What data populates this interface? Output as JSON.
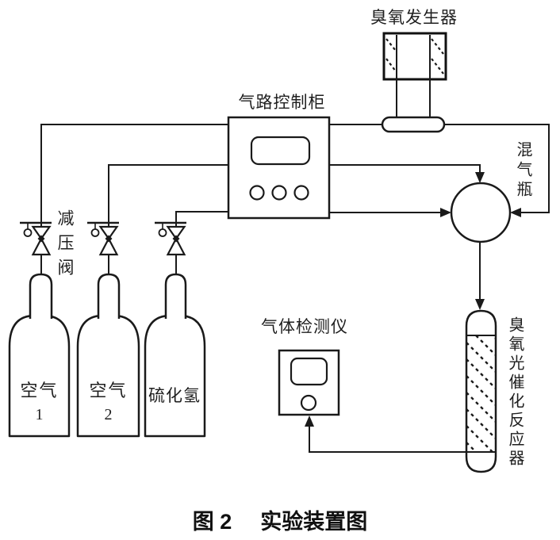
{
  "figure": {
    "type": "process-flow-diagram",
    "labels": {
      "ozone_generator": "臭氧发生器",
      "control_cabinet": "气路控制柜",
      "mixing_bottle": "混气瓶",
      "pressure_valve": "减压阀",
      "gas_detector": "气体检测仪",
      "reactor": "臭氧光催化反应器",
      "cylinder_1": {
        "line1": "空气",
        "line2": "1"
      },
      "cylinder_2": {
        "line1": "空气",
        "line2": "2"
      },
      "cylinder_3": {
        "line1": "硫化氢"
      }
    },
    "caption": {
      "figure_no": "图 2",
      "title": "实验装置图"
    },
    "colors": {
      "line": "#1a1a1a",
      "background": "#ffffff",
      "text": "#1f1f1f"
    }
  }
}
